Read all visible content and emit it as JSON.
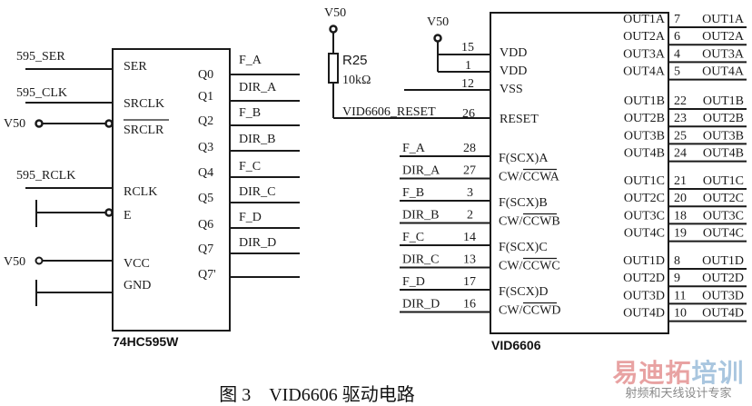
{
  "ic1": {
    "name": "74HC595W",
    "left_pins": [
      "SER",
      "SRCLK",
      "SRCLR",
      "RCLK",
      "E",
      "VCC",
      "GND"
    ],
    "right_pins": [
      "Q0",
      "Q1",
      "Q2",
      "Q3",
      "Q4",
      "Q5",
      "Q6",
      "Q7",
      "Q7'"
    ],
    "input_nets": [
      "595_SER",
      "595_CLK",
      "V50",
      "595_RCLK",
      "V50"
    ],
    "output_nets": [
      "F_A",
      "DIR_A",
      "F_B",
      "DIR_B",
      "F_C",
      "DIR_C",
      "F_D",
      "DIR_D"
    ]
  },
  "resistor": {
    "ref": "R25",
    "value": "10kΩ",
    "supply": "V50",
    "net": "VID6606_RESET"
  },
  "ic2": {
    "name": "VID6606",
    "supply": "V50",
    "power_pins": [
      {
        "name": "VDD",
        "num": "15"
      },
      {
        "name": "VDD",
        "num": "1"
      },
      {
        "name": "VSS",
        "num": "12"
      },
      {
        "name": "RESET",
        "num": "26"
      }
    ],
    "inputs": [
      {
        "net": "F_A",
        "num": "28",
        "pin": "F(SCX)A"
      },
      {
        "net": "DIR_A",
        "num": "27",
        "pin": "CW/CCWA"
      },
      {
        "net": "F_B",
        "num": "3",
        "pin": "F(SCX)B"
      },
      {
        "net": "DIR_B",
        "num": "2",
        "pin": "CW/CCWB"
      },
      {
        "net": "F_C",
        "num": "14",
        "pin": "F(SCX)C"
      },
      {
        "net": "DIR_C",
        "num": "13",
        "pin": "CW/CCWC"
      },
      {
        "net": "F_D",
        "num": "17",
        "pin": "F(SCX)D"
      },
      {
        "net": "DIR_D",
        "num": "16",
        "pin": "CW/CCWD"
      }
    ],
    "outputs": [
      {
        "pin": "OUT1A",
        "num": "7",
        "net": "OUT1A"
      },
      {
        "pin": "OUT2A",
        "num": "6",
        "net": "OUT2A"
      },
      {
        "pin": "OUT3A",
        "num": "4",
        "net": "OUT3A"
      },
      {
        "pin": "OUT4A",
        "num": "5",
        "net": "OUT4A"
      },
      {
        "pin": "OUT1B",
        "num": "22",
        "net": "OUT1B"
      },
      {
        "pin": "OUT2B",
        "num": "23",
        "net": "OUT2B"
      },
      {
        "pin": "OUT3B",
        "num": "25",
        "net": "OUT3B"
      },
      {
        "pin": "OUT4B",
        "num": "24",
        "net": "OUT4B"
      },
      {
        "pin": "OUT1C",
        "num": "21",
        "net": "OUT1C"
      },
      {
        "pin": "OUT2C",
        "num": "20",
        "net": "OUT2C"
      },
      {
        "pin": "OUT3C",
        "num": "18",
        "net": "OUT3C"
      },
      {
        "pin": "OUT4C",
        "num": "19",
        "net": "OUT4C"
      },
      {
        "pin": "OUT1D",
        "num": "8",
        "net": "OUT1D"
      },
      {
        "pin": "OUT2D",
        "num": "9",
        "net": "OUT2D"
      },
      {
        "pin": "OUT3D",
        "num": "11",
        "net": "OUT3D"
      },
      {
        "pin": "OUT4D",
        "num": "10",
        "net": "OUT4D"
      }
    ]
  },
  "caption": "图 3　VID6606 驱动电路",
  "watermark": {
    "title_red": "易迪拓",
    "title_blue": "培训",
    "subtitle": "射频和天线设计专家"
  }
}
